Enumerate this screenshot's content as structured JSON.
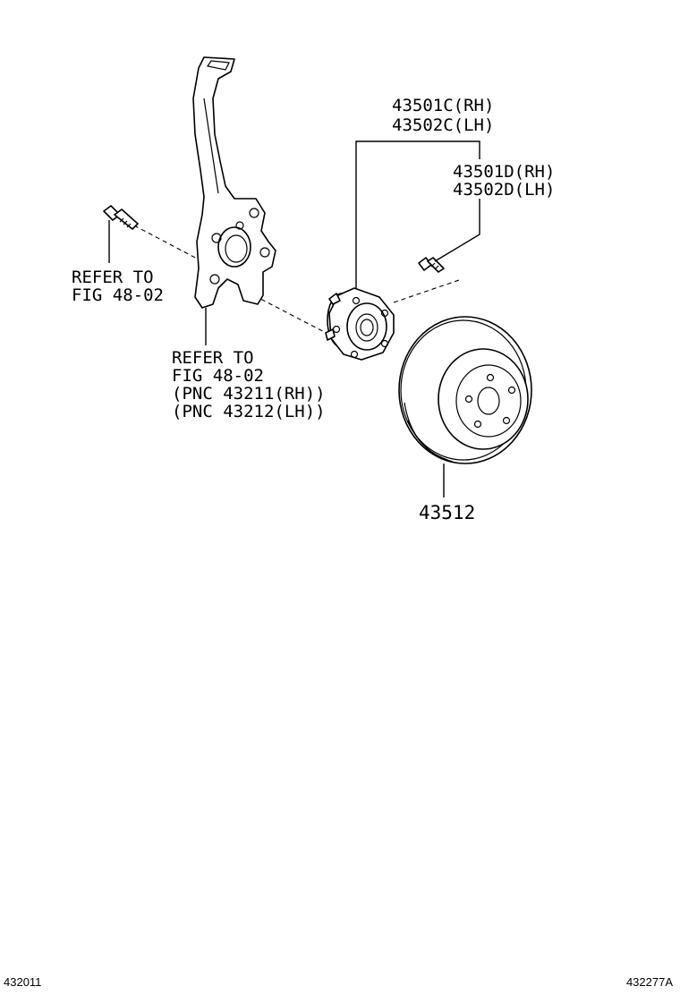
{
  "labels": {
    "hub_bearing_rh": "43501C(RH)",
    "hub_bearing_lh": "43502C(LH)",
    "hub_sub_rh": "43501D(RH)",
    "hub_sub_lh": "43502D(LH)",
    "bolt_refer_line1": "REFER TO",
    "bolt_refer_line2": "FIG 48-02",
    "knuckle_refer_line1": "REFER TO",
    "knuckle_refer_line2": "FIG 48-02",
    "knuckle_pnc_rh": "(PNC 43211(RH))",
    "knuckle_pnc_lh": "(PNC 43212(LH))",
    "disc_part_no": "43512"
  },
  "footer": {
    "left_code": "432011",
    "right_code": "432277A"
  }
}
